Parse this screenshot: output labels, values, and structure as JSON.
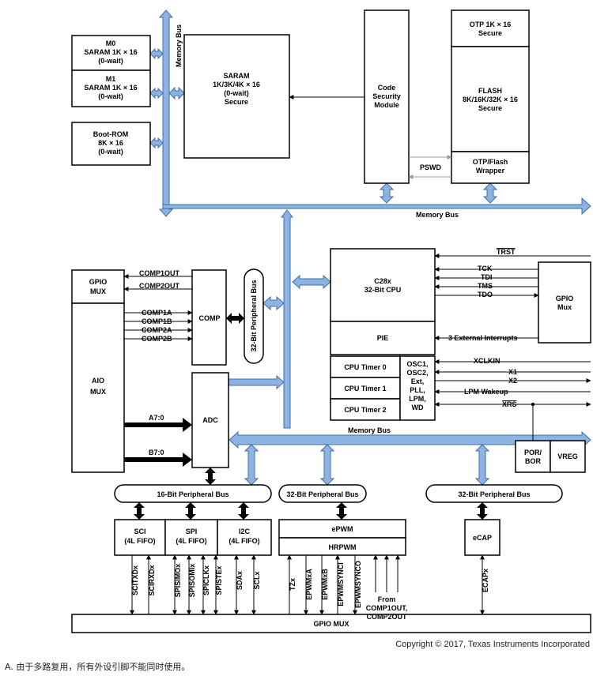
{
  "blocks": {
    "m0": [
      "M0",
      "SARAM 1K × 16",
      "(0-wait)"
    ],
    "m1": [
      "M1",
      "SARAM 1K × 16",
      "(0-wait)"
    ],
    "bootrom": [
      "Boot-ROM",
      "8K × 16",
      "(0-wait)"
    ],
    "saram": [
      "SARAM",
      "1K/3K/4K × 16",
      "(0-wait)",
      "Secure"
    ],
    "csm": [
      "Code",
      "Security",
      "Module"
    ],
    "otp": [
      "OTP 1K × 16",
      "Secure"
    ],
    "flash": [
      "FLASH",
      "8K/16K/32K × 16",
      "Secure"
    ],
    "wrapper": [
      "OTP/Flash",
      "Wrapper"
    ],
    "gpio_mux_left": [
      "GPIO",
      "MUX"
    ],
    "aio_mux": [
      "AIO",
      "MUX"
    ],
    "comp": [
      "COMP"
    ],
    "adc": [
      "ADC"
    ],
    "cpu": [
      "C28x",
      "32-Bit CPU"
    ],
    "pie": [
      "PIE"
    ],
    "timer0": [
      "CPU Timer 0"
    ],
    "timer1": [
      "CPU Timer 1"
    ],
    "timer2": [
      "CPU Timer 2"
    ],
    "osc": [
      "OSC1,",
      "OSC2,",
      "Ext,",
      "PLL,",
      "LPM,",
      "WD"
    ],
    "gpio_mux_right": [
      "GPIO",
      "Mux"
    ],
    "por_bor": [
      "POR/",
      "BOR"
    ],
    "vreg": [
      "VREG"
    ],
    "sci": [
      "SCI",
      "(4L FIFO)"
    ],
    "spi": [
      "SPI",
      "(4L FIFO)"
    ],
    "i2c": [
      "I2C",
      "(4L FIFO)"
    ],
    "epwm": [
      "ePWM"
    ],
    "hrpwm": [
      "HRPWM"
    ],
    "ecap": [
      "eCAP"
    ],
    "gpio_mux_bottom": [
      "GPIO MUX"
    ]
  },
  "buses": {
    "memory_bus_vertical": "Memory Bus",
    "memory_bus_top": "Memory Bus",
    "memory_bus_mid": "Memory Bus",
    "peripheral_32_vertical": "32-Bit Peripheral Bus",
    "peripheral_16": "16-Bit Peripheral Bus",
    "peripheral_32_a": "32-Bit Peripheral Bus",
    "peripheral_32_b": "32-Bit Peripheral Bus"
  },
  "signals": {
    "pswd": "PSWD",
    "comp1out": "COMP1OUT",
    "comp2out": "COMP2OUT",
    "comp1a": "COMP1A",
    "comp1b": "COMP1B",
    "comp2a": "COMP2A",
    "comp2b": "COMP2B",
    "a70": "A7:0",
    "b70": "B7:0",
    "trst": "TRST",
    "tck": "TCK",
    "tdi": "TDI",
    "tms": "TMS",
    "tdo": "TDO",
    "ext_int": "3 External Interrupts",
    "xclkin": "XCLKIN",
    "x1": "X1",
    "x2": "X2",
    "lpm_wakeup": "LPM Wakeup",
    "xrs": "XRS",
    "scitxd": "SCITXDx",
    "scirxd": "SCIRXDx",
    "spisimo": "SPISIMOx",
    "spisomi": "SPISOMIx",
    "spiclk": "SPICLKx",
    "spiste": "SPISTEx",
    "sda": "SDAx",
    "scl": "SCLx",
    "tz": "TZx",
    "epwma": "EPWMxA",
    "epwmb": "EPWMxB",
    "epwmsynci": "EPWMSYNCI",
    "epwmsynco": "EPWMSYNCO",
    "from_comp": [
      "From",
      "COMP1OUT,",
      "COMP2OUT"
    ],
    "ecapx": "ECAPx"
  },
  "copyright": "Copyright © 2017, Texas Instruments Incorporated",
  "footnote": "A.   由于多路复用，所有外设引脚不能同时使用。",
  "colors": {
    "bus": "#8db3e2",
    "bus_stroke": "#3f6fa8",
    "line": "#000000",
    "pswd_line": "#999999"
  }
}
